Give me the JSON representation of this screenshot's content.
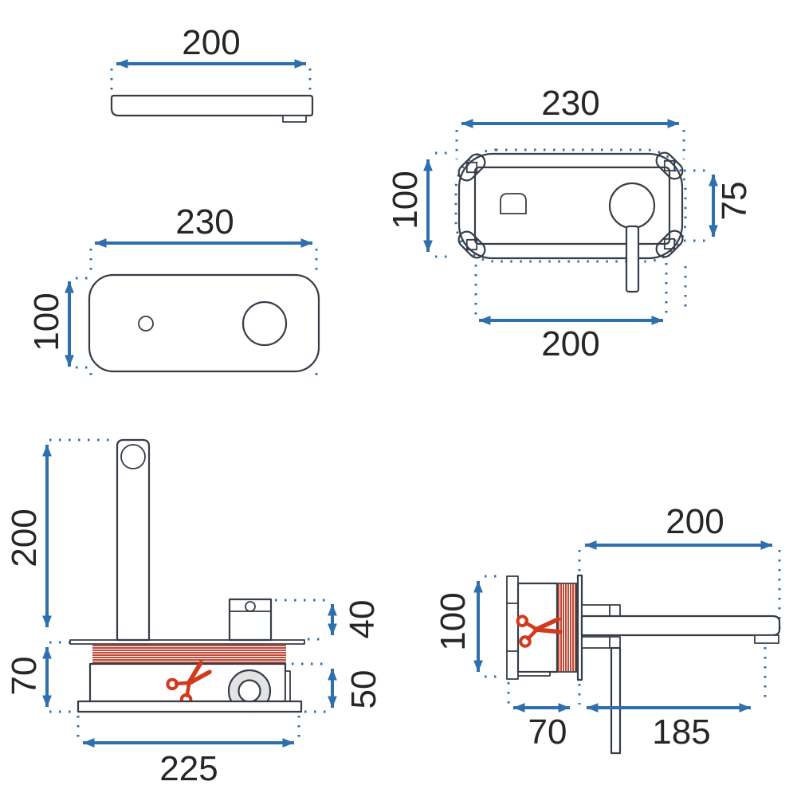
{
  "drawing": {
    "colors": {
      "dimension_blue": "#2f6fad",
      "outline_dark": "#363d46",
      "cut_red": "#d23a1e",
      "hatch_red": "#bf4a38",
      "washer_gray": "#e3e3e3",
      "background": "#ffffff"
    },
    "views": {
      "spout_side": {
        "dims": {
          "length": "200"
        }
      },
      "plate_front": {
        "dims": {
          "width": "230",
          "height": "100"
        }
      },
      "mixer_front": {
        "dims": {
          "plate_width": "230",
          "plate_height": "100",
          "body_height": "75",
          "body_width": "200"
        }
      },
      "body_side": {
        "dims": {
          "pipe_height": "200",
          "depth": "70",
          "valve_height": "40",
          "lower_body_height": "50",
          "width": "225"
        }
      },
      "installed_side": {
        "dims": {
          "spout_reach": "200",
          "height": "100",
          "depth": "70",
          "outlet_reach": "185"
        }
      }
    },
    "icons": {
      "cut_marker": "scissors-icon"
    }
  }
}
